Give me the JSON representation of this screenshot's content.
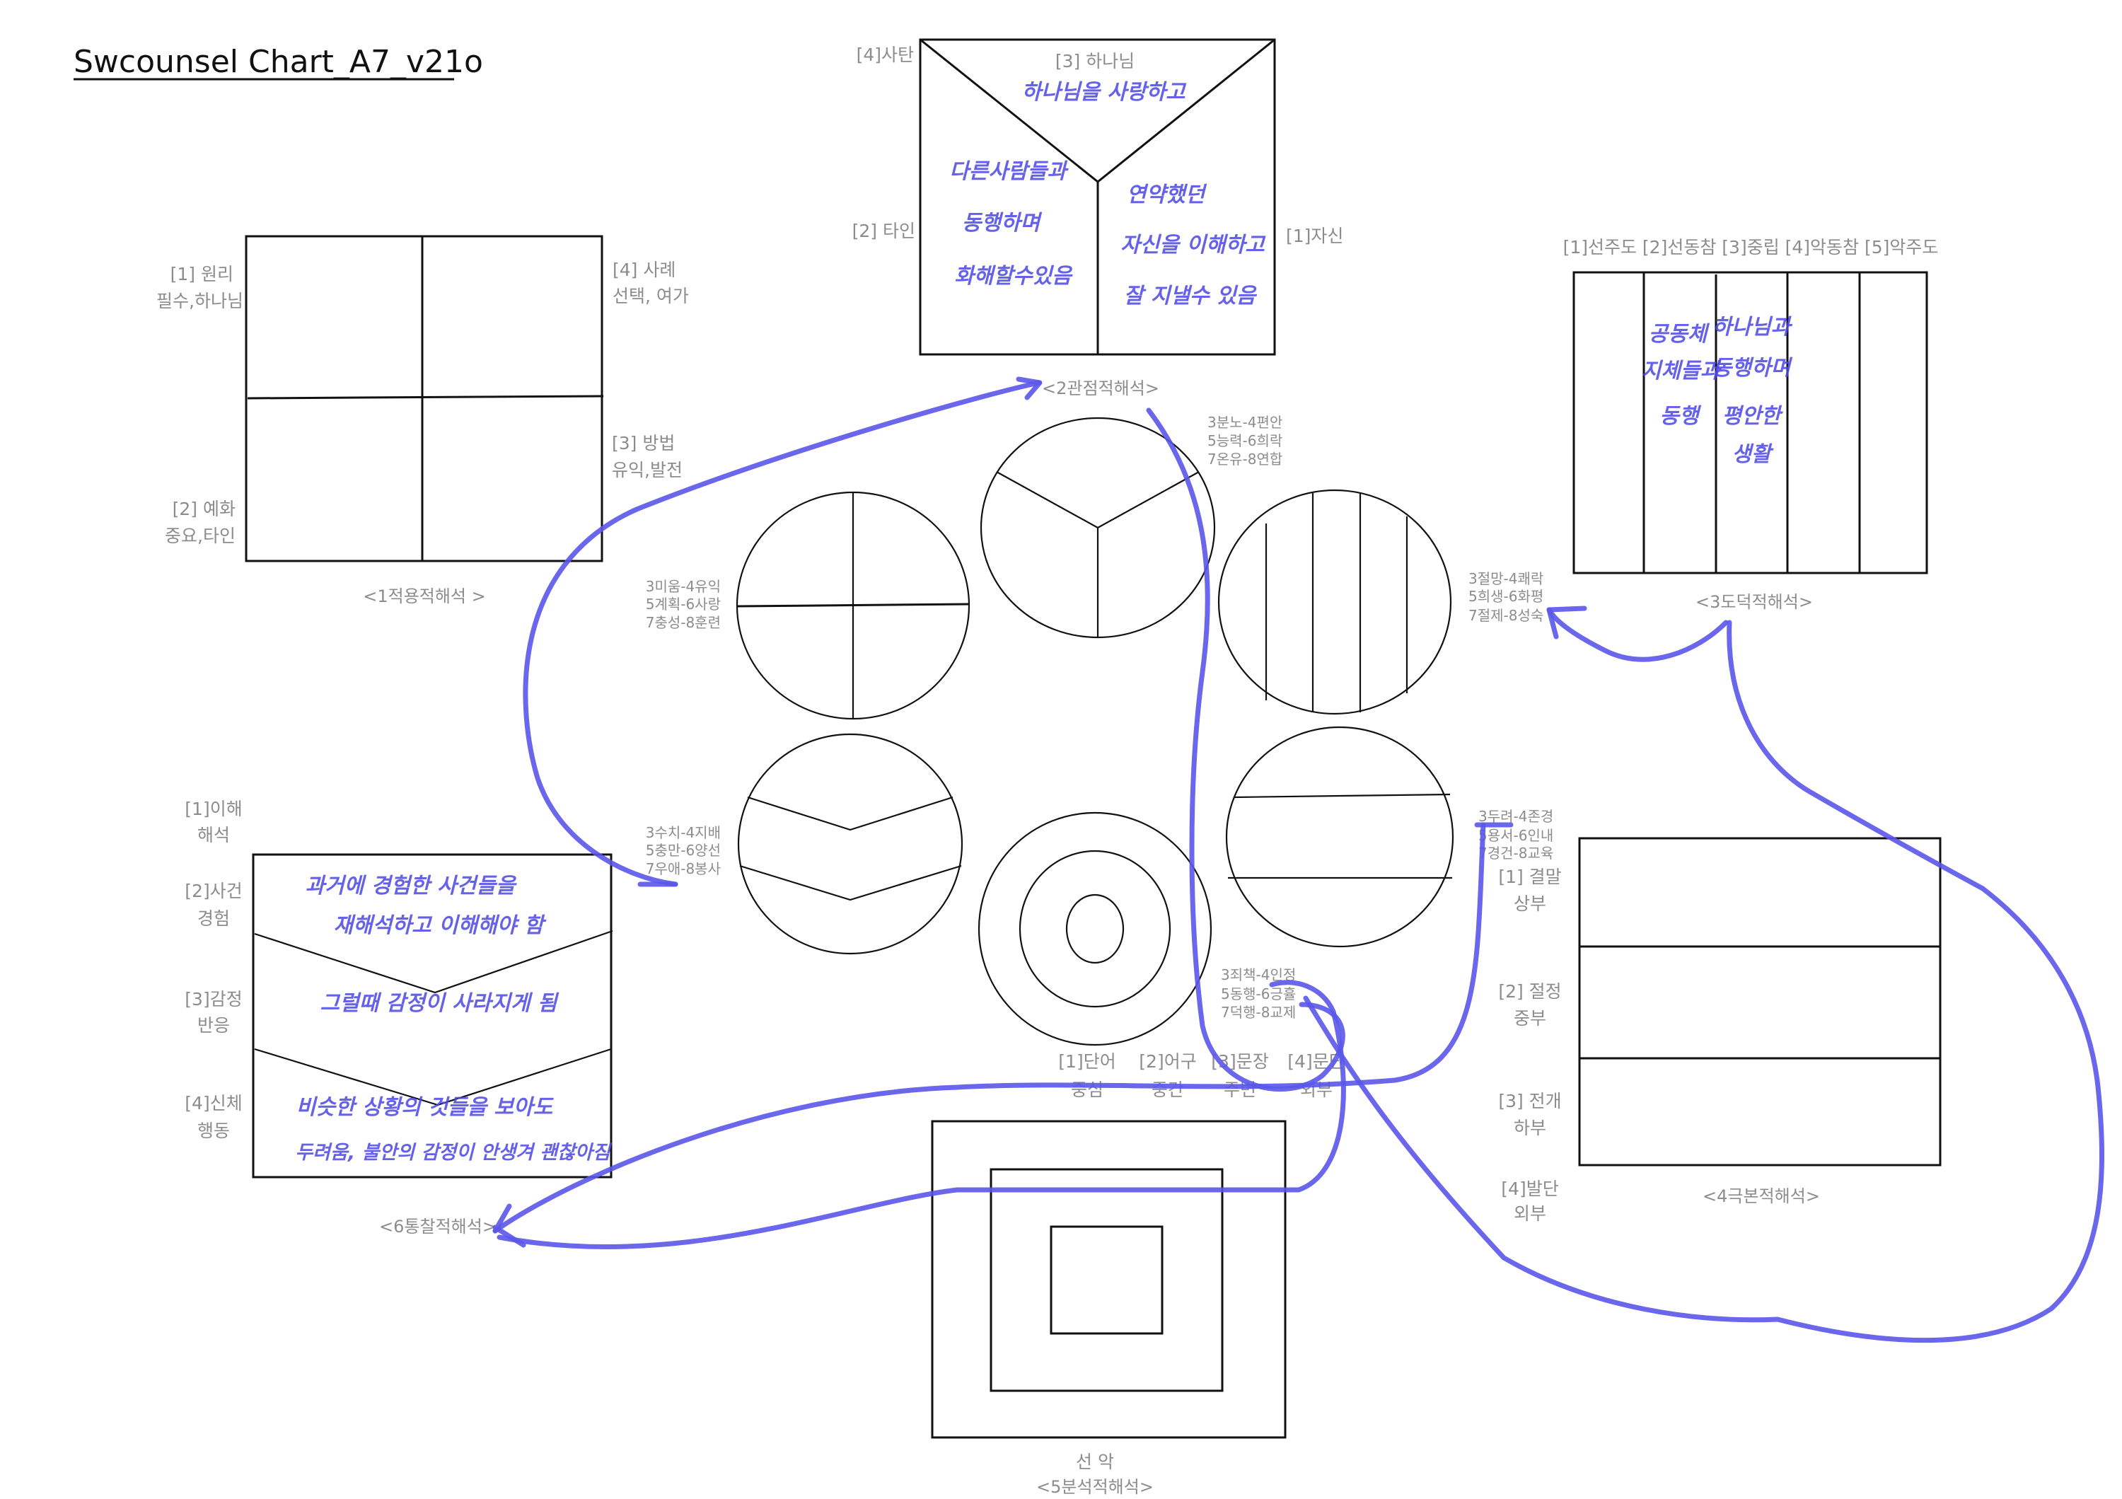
{
  "title": "Swcounsel Chart_A7_v21o",
  "ink_color": "#5a56ea",
  "applied": {
    "caption": "<1적용적해석 >",
    "l1a": "[1] 원리",
    "l1b": "필수,하나님",
    "l2a": "[2] 예화",
    "l2b": "중요,타인",
    "l3a": "[3] 방법",
    "l3b": "유익,발전",
    "l4a": "[4] 사례",
    "l4b": "선택, 여가"
  },
  "perspective": {
    "caption": "<2관점적해석>",
    "l1": "[1]자신",
    "l2": "[2] 타인",
    "l3": "[3] 하나님",
    "l4": "[4]사탄",
    "note_top": "하나님을 사랑하고",
    "note_left": [
      "다른사람들과",
      "동행하며",
      "화해할수있음"
    ],
    "note_right": [
      "연약했던",
      "자신을 이해하고",
      "잘 지낼수 있음"
    ]
  },
  "moral": {
    "caption": "<3도덕적해석>",
    "header": "[1]선주도 [2]선동참 [3]중립 [4]악동참 [5]악주도",
    "note_col2": [
      "공동체",
      "지체들과",
      "동행"
    ],
    "note_col3": [
      "하나님과",
      "동행하며",
      "평안한",
      "생활"
    ]
  },
  "dramatic": {
    "caption": "<4극본적해석>",
    "l1a": "[1] 결말",
    "l1b": "상부",
    "l2a": "[2] 절정",
    "l2b": "중부",
    "l3a": "[3] 전개",
    "l3b": "하부",
    "l4a": "[4]발단",
    "l4b": "외부"
  },
  "analytic": {
    "caption": "<5분석적해석>",
    "sub": "선   악",
    "levels": [
      {
        "a": "[1]단어",
        "b": "중심"
      },
      {
        "a": "[2]어구",
        "b": "중간"
      },
      {
        "a": "[3]문장",
        "b": "주변"
      },
      {
        "a": "[4]문단",
        "b": "외부"
      }
    ]
  },
  "insight": {
    "caption": "<6통찰적해석>",
    "l1a": "[1]이해",
    "l1b": "해석",
    "l2a": "[2]사건",
    "l2b": "경험",
    "l3a": "[3]감정",
    "l3b": "반응",
    "l4a": "[4]신체",
    "l4b": "행동",
    "note_event": [
      "과거에 경험한 사건들을",
      "재해석하고 이해해야 함"
    ],
    "note_emotion": "그럴때 감정이 사라지게 됨",
    "note_body": [
      "비슷한 상황의 것들을 보아도",
      "두려움, 불안의 감정이 안생겨 괜찮아짐"
    ]
  },
  "circles": {
    "c1": [
      "3미움-4유익",
      "5계획-6사랑",
      "7충성-8훈련"
    ],
    "c2": [
      "3분노-4편안",
      "5능력-6희락",
      "7온유-8연합"
    ],
    "c3": [
      "3절망-4쾌락",
      "5희생-6화평",
      "7절제-8성숙"
    ],
    "c4": [
      "3수치-4지배",
      "5충만-6양선",
      "7우애-8봉사"
    ],
    "c5": [
      "3죄책-4인정",
      "5동행-6긍휼",
      "7덕행-8교제"
    ],
    "c6": [
      "3두려-4존경",
      "5용서-6인내",
      "7경건-8교육"
    ]
  }
}
